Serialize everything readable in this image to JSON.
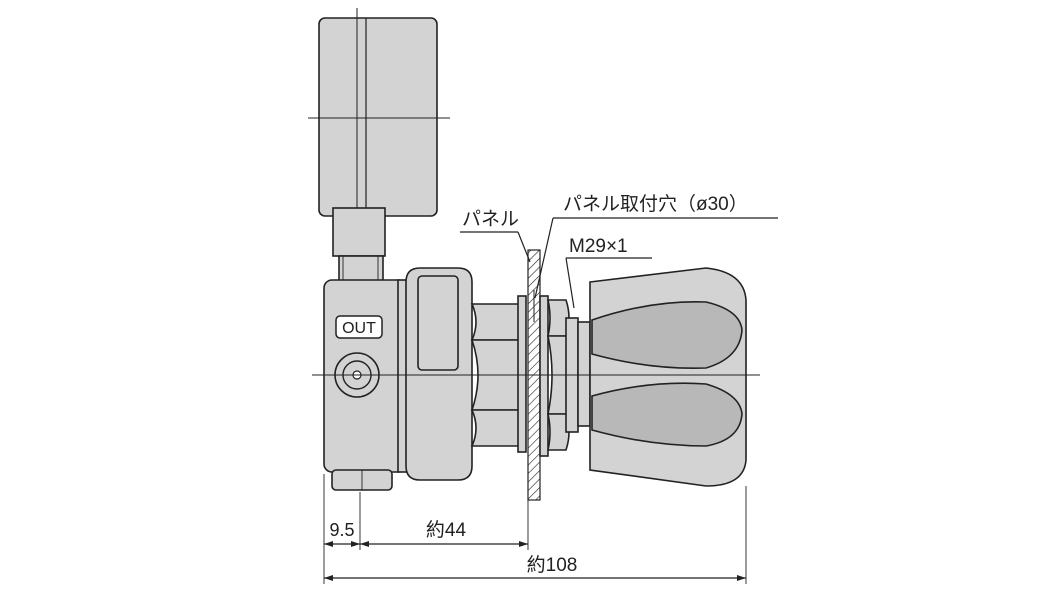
{
  "labels": {
    "panel": "パネル",
    "panel_hole": "パネル取付穴（ø30）",
    "thread": "M29×1",
    "out": "OUT"
  },
  "dimensions": {
    "d1": "9.5",
    "d2": "約44",
    "d3": "約108"
  }
}
